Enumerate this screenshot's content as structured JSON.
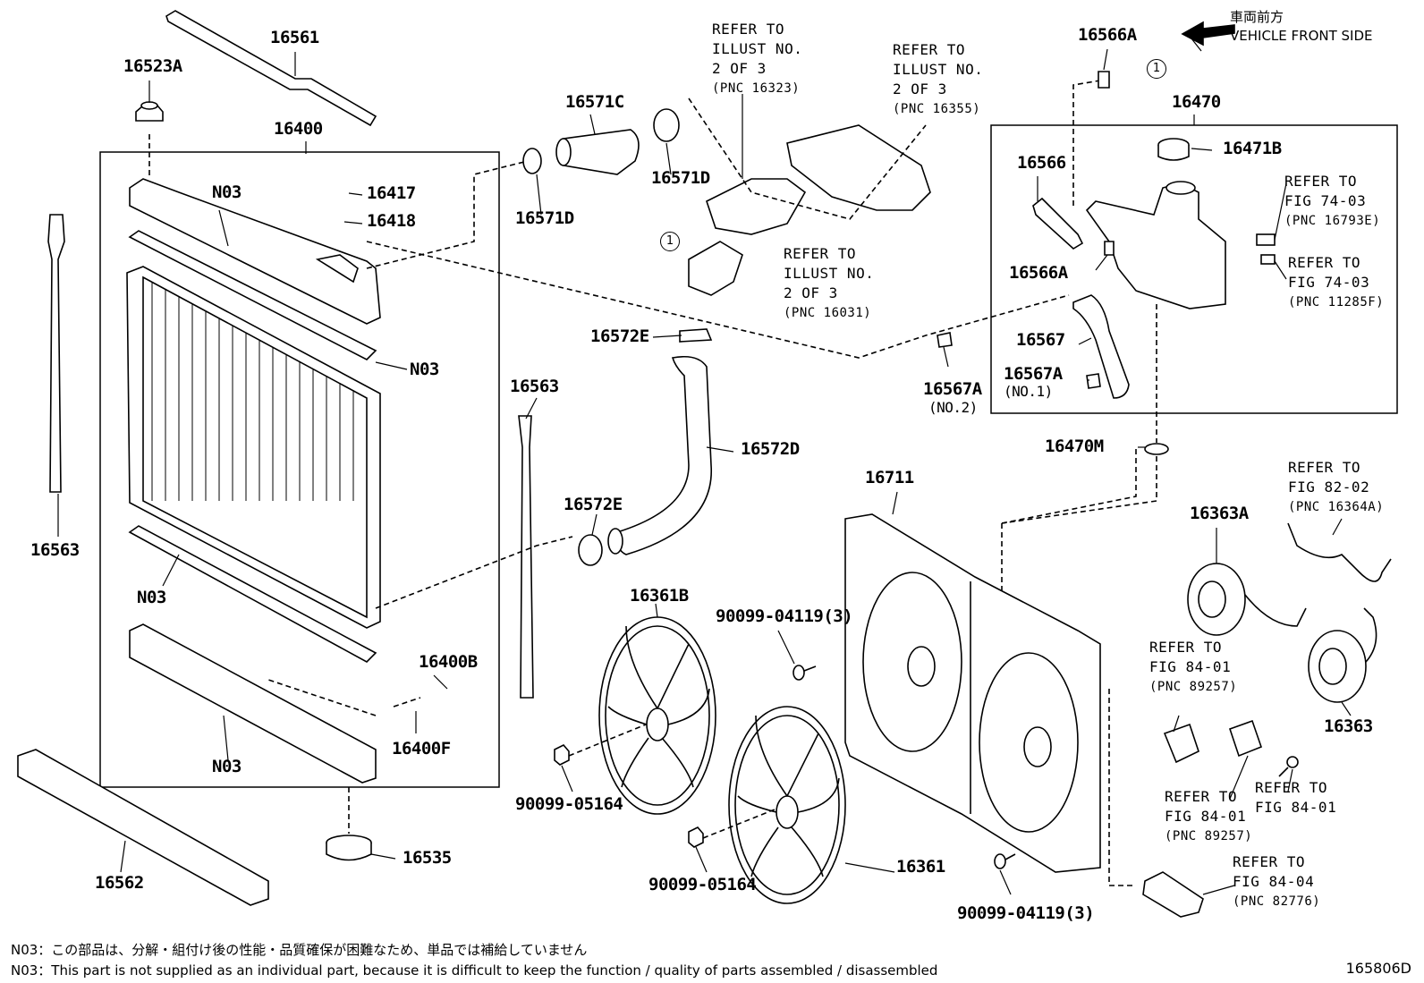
{
  "front_indicator": {
    "jp": "車両前方",
    "en": "VEHICLE FRONT SIDE"
  },
  "symbol_ref": "1",
  "figure_code": "165806D",
  "notes": [
    "N03：この部品は、分解・組付け後の性能・品質確保が困難なため、単品では補給していません",
    "N03：This part is not supplied as an individual part, because it is difficult to keep the function / quality of parts assembled / disassembled"
  ],
  "labels": {
    "p16561": "16561",
    "p16523A": "16523A",
    "p16400": "16400",
    "n03_a": "N03",
    "n03_b": "N03",
    "n03_c": "N03",
    "n03_d": "N03",
    "p16417": "16417",
    "p16418": "16418",
    "p16563_left": "16563",
    "p16563_mid": "16563",
    "p16400B": "16400B",
    "p16400F": "16400F",
    "p16535": "16535",
    "p16562": "16562",
    "p16571C": "16571C",
    "p16571D_a": "16571D",
    "p16571D_b": "16571D",
    "p16572E_a": "16572E",
    "p16572D": "16572D",
    "p16572E_b": "16572E",
    "p16361B": "16361B",
    "p90099_05164_a": "90099-05164",
    "p90099_05164_b": "90099-05164",
    "p16361": "16361",
    "p90099_04119_a": "90099-04119(3)",
    "p90099_04119_b": "90099-04119(3)",
    "p16711": "16711",
    "p16566A_top": "16566A",
    "p16470": "16470",
    "p16471B": "16471B",
    "p16566": "16566",
    "p16566A_mid": "16566A",
    "p16567": "16567",
    "p16567A_a": "16567A",
    "p16567A_a_sub": "(NO.1)",
    "p16567A_b": "16567A",
    "p16567A_b_sub": "(NO.2)",
    "p16470M": "16470M",
    "p16363A": "16363A",
    "p16363": "16363"
  },
  "refs": {
    "r16323": {
      "l1": "REFER TO",
      "l2": "ILLUST NO.",
      "l3": "2 OF 3",
      "pnc": "(PNC 16323)"
    },
    "r16355": {
      "l1": "REFER TO",
      "l2": "ILLUST NO.",
      "l3": "2 OF 3",
      "pnc": "(PNC 16355)"
    },
    "r16031": {
      "l1": "REFER TO",
      "l2": "ILLUST NO.",
      "l3": "2 OF 3",
      "pnc": "(PNC 16031)"
    },
    "r16793E": {
      "l1": "REFER TO",
      "l2": "FIG 74-03",
      "pnc": "(PNC 16793E)"
    },
    "r11285F": {
      "l1": "REFER TO",
      "l2": "FIG 74-03",
      "pnc": "(PNC 11285F)"
    },
    "r16364A": {
      "l1": "REFER TO",
      "l2": "FIG 82-02",
      "pnc": "(PNC 16364A)"
    },
    "r89257a": {
      "l1": "REFER TO",
      "l2": "FIG 84-01",
      "pnc": "(PNC 89257)"
    },
    "r89257b": {
      "l1": "REFER TO",
      "l2": "FIG 84-01",
      "pnc": "(PNC 89257)"
    },
    "r8401": {
      "l1": "REFER TO",
      "l2": "FIG 84-01"
    },
    "r82776": {
      "l1": "REFER TO",
      "l2": "FIG 84-04",
      "pnc": "(PNC 82776)"
    }
  }
}
